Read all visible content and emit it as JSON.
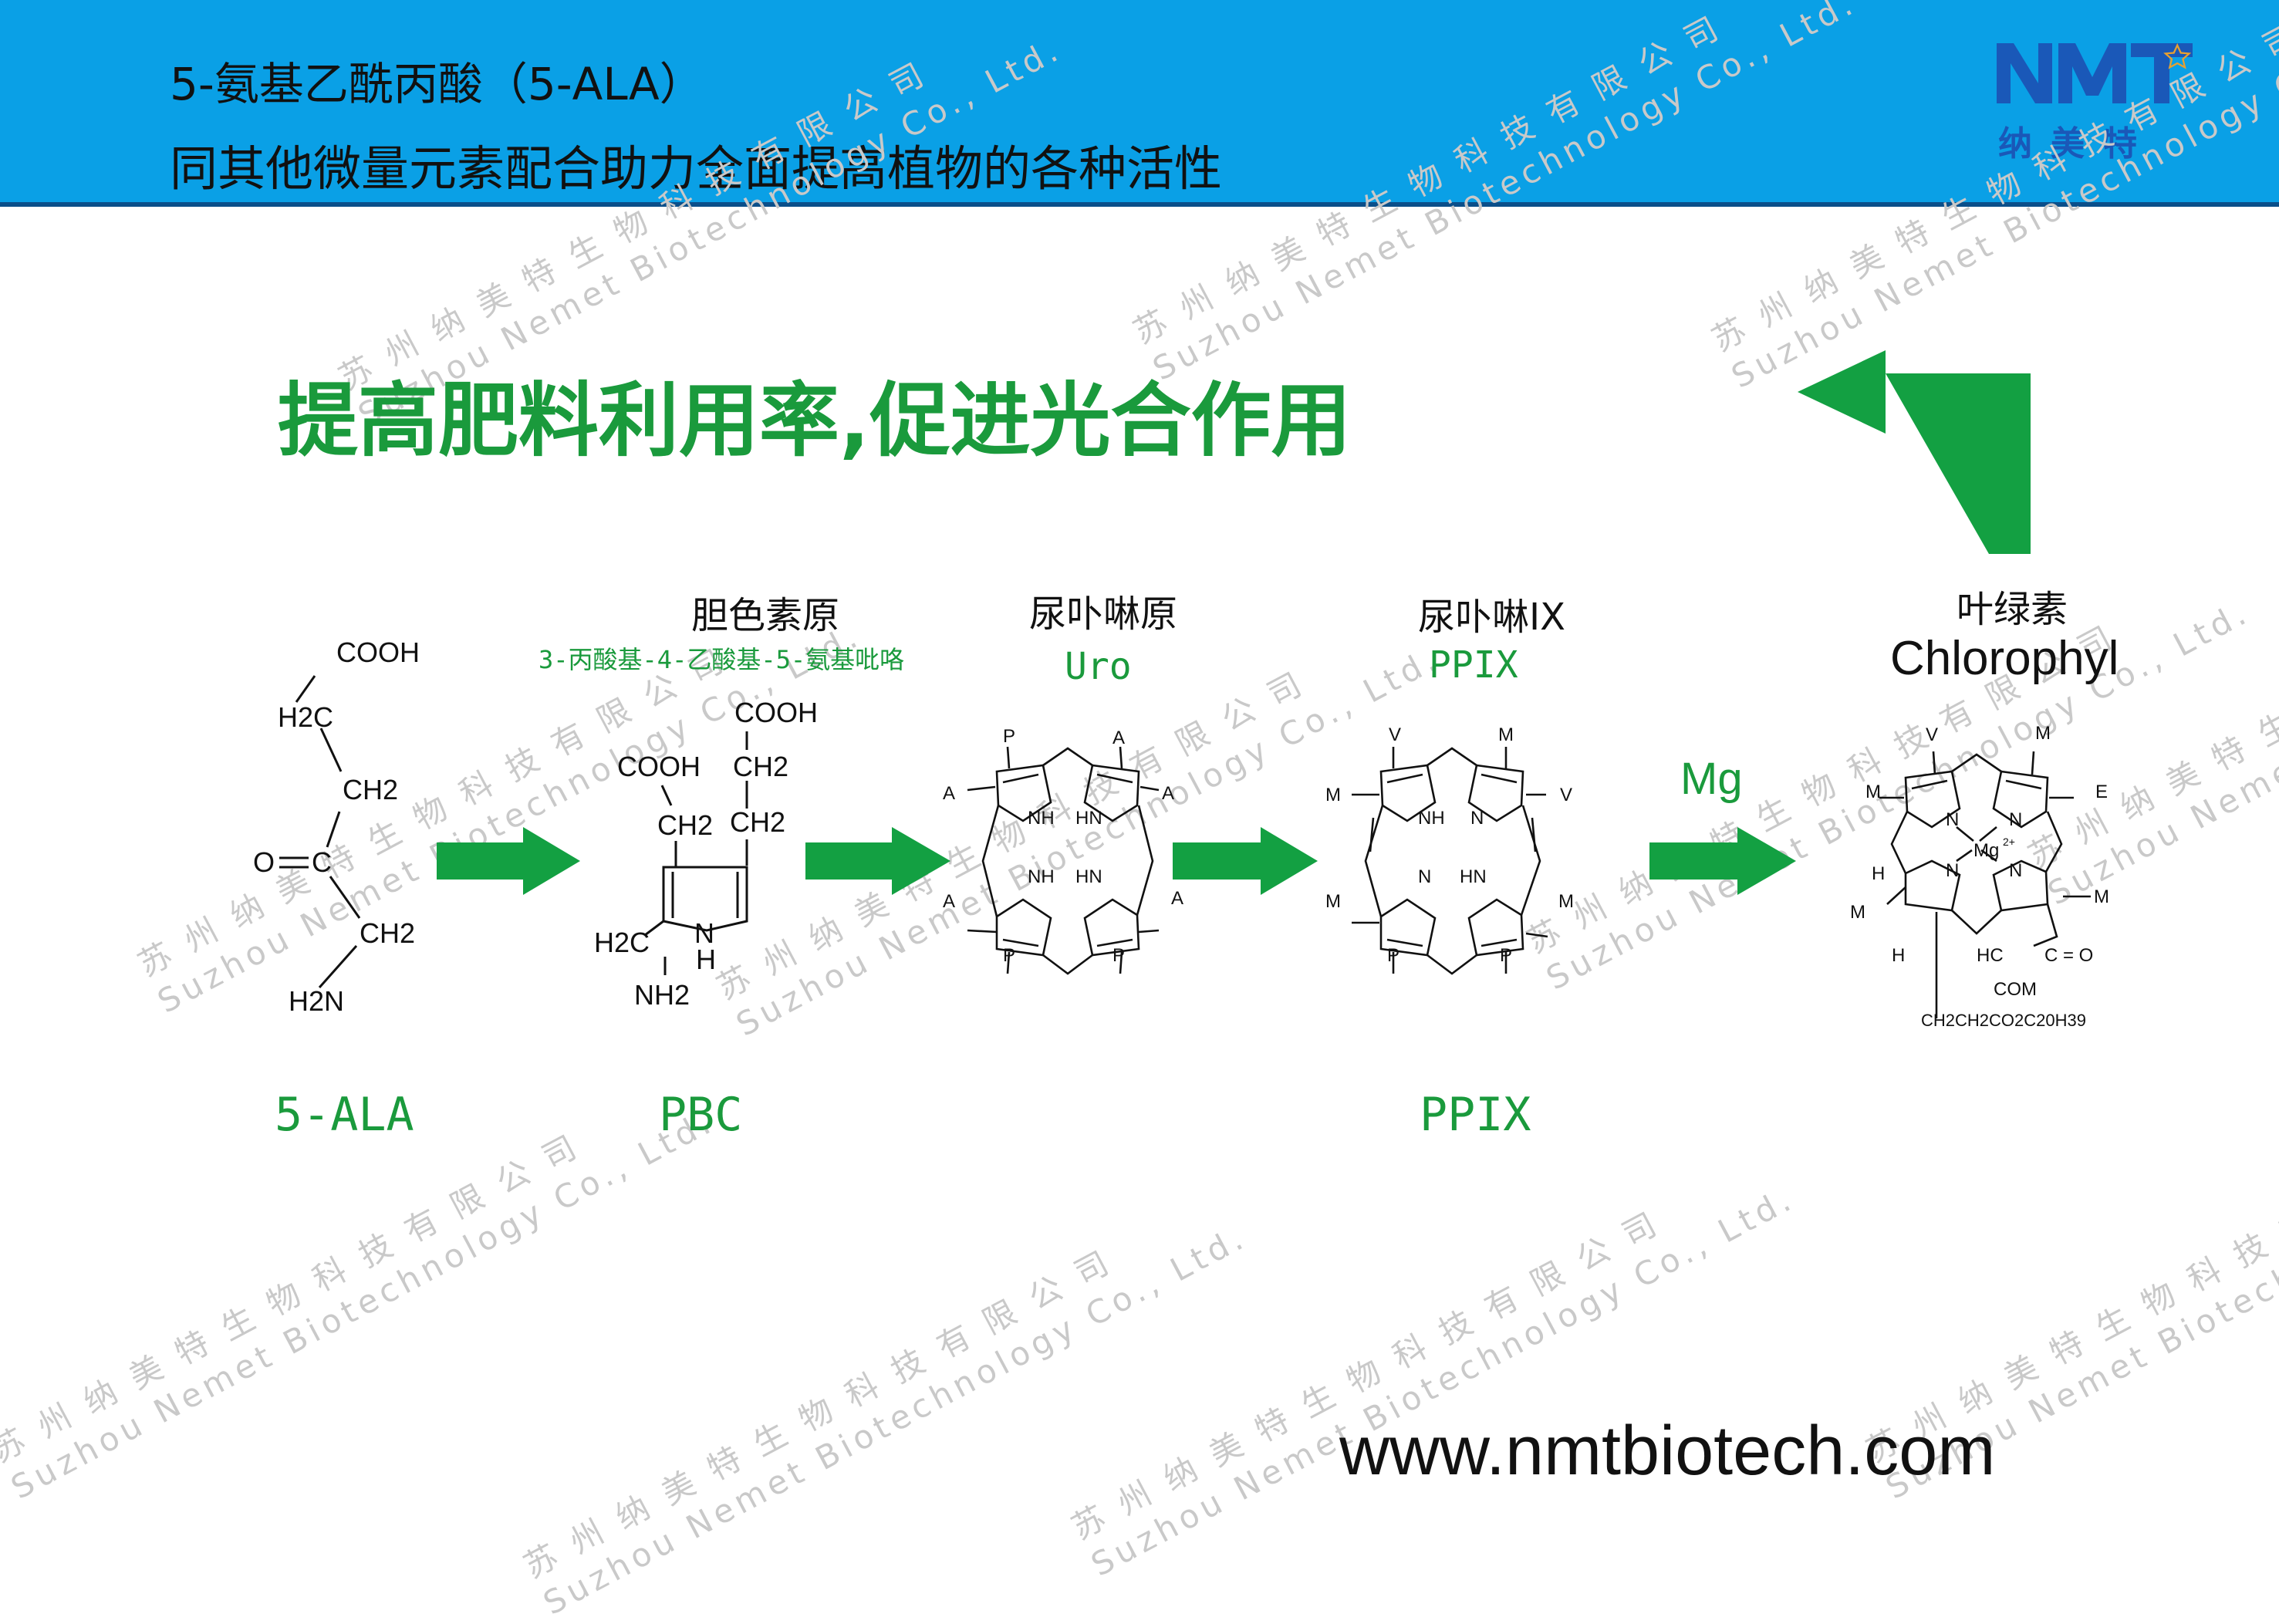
{
  "header": {
    "title_line1": "5-氨基乙酰丙酸（5-ALA）",
    "title_line2": "同其他微量元素配合助力全面提高植物的各种活性",
    "logo_mark": "NMT",
    "logo_text": "纳美特",
    "bg_color": "#0aa0e6",
    "rule_color": "#0b4f8a"
  },
  "headline": "提高肥料利用率,促进光合作用",
  "stages": {
    "pbc_cn": "胆色素原",
    "pbc_sub": "3-丙酸基-4-乙酸基-5-氨基吡咯",
    "uro_cn": "尿卟啉原",
    "uro_en": "Uro",
    "ppix_cn": "尿卟啉IX",
    "ppix_en": "PPIX",
    "chl_cn": "叶绿素",
    "chl_en": "Chlorophyl",
    "mg_label": "Mg"
  },
  "bottom_labels": {
    "ala": "5-ALA",
    "pbc": "PBC",
    "ppix": "PPIX"
  },
  "molecules": {
    "ala": {
      "cooh": "COOH",
      "h2c": "H2C",
      "ch2_a": "CH2",
      "o": "O",
      "c": "C",
      "ch2_b": "CH2",
      "h2n": "H2N"
    },
    "pbc": {
      "cooh_a": "COOH",
      "cooh_b": "COOH",
      "ch2_a": "CH2",
      "ch2_b": "CH2",
      "ch2_c": "CH2",
      "n": "N",
      "h": "H",
      "h2c": "H2C",
      "nh2": "NH2"
    },
    "uro": {
      "p1": "P",
      "a1": "A",
      "a2": "A",
      "a3": "A",
      "nh1": "NH",
      "hn1": "HN",
      "nh2": "NH",
      "hn2": "HN",
      "a4": "A",
      "a5": "A",
      "p2": "P",
      "p3": "P"
    },
    "ppix": {
      "v1": "V",
      "m1": "M",
      "m2": "M",
      "v2": "V",
      "nh": "NH",
      "n1": "N",
      "n2": "N",
      "hn": "HN",
      "m3": "M",
      "m4": "M",
      "p1": "P",
      "p2": "P"
    },
    "chl": {
      "v": "V",
      "m1": "M",
      "m2": "M",
      "e": "E",
      "n1": "N",
      "n2": "N",
      "mg": "Mg",
      "mg_charge": "2+",
      "n3": "N",
      "n4": "N",
      "h1": "H",
      "m3": "M",
      "m4": "M",
      "h2": "H",
      "hc": "HC",
      "co": "C = O",
      "com": "COM",
      "tail": "CH2CH2CO2C20H39"
    }
  },
  "website": "www.nmtbiotech.com",
  "watermark": {
    "cn": "苏 州 纳 美 特 生 物 科 技 有 限 公 司",
    "en": "Suzhou Nemet Biotechnology Co., Ltd."
  },
  "colors": {
    "arrow": "#13a042",
    "green_text": "#1a9a3c"
  }
}
